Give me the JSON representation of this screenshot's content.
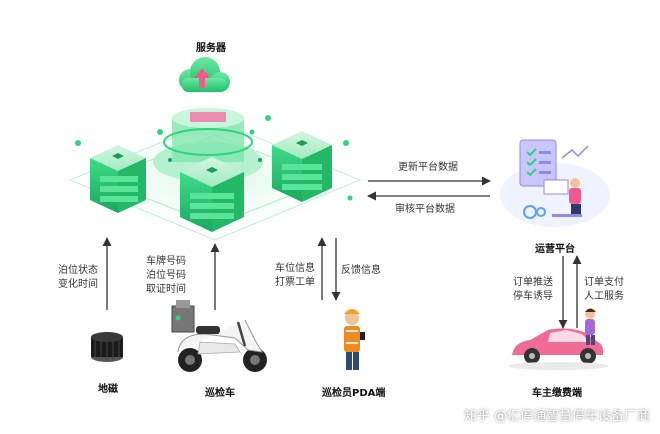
{
  "server": {
    "label": "服务器"
  },
  "nodes": {
    "geomagnet": {
      "label": "地磁"
    },
    "patrol_car": {
      "label": "巡检车"
    },
    "pda": {
      "label": "巡检员PDA端"
    },
    "ops_platform": {
      "label": "运营平台"
    },
    "car_owner": {
      "label": "车主缴费端"
    }
  },
  "flows": {
    "geomagnet": [
      "泊位状态",
      "变化时间"
    ],
    "patrol_car": [
      "车牌号码",
      "泊位号码",
      "取证时间"
    ],
    "pda_up": [
      "车位信息",
      "打票工单"
    ],
    "pda_down": [
      "反馈信息"
    ],
    "to_platform": "更新平台数据",
    "from_platform": "审核平台数据",
    "platform_down": [
      "订单推送",
      "停车诱导"
    ],
    "owner_up": [
      "订单支付",
      "人工服务"
    ]
  },
  "watermark": "知乎 @亿停通智慧停车设备厂商",
  "colors": {
    "green": "#2ed57c",
    "dark_green": "#1a9e57",
    "line": "#333333",
    "pink": "#f06c97"
  }
}
